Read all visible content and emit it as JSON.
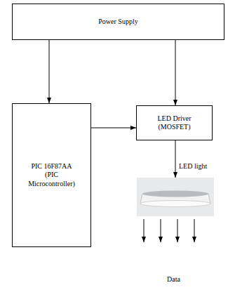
{
  "diagram": {
    "nodes": [
      {
        "text": [
          "Power Supply"
        ]
      },
      {
        "text": [
          "PIC 16F87AA",
          "(PIC Microcontroller)"
        ]
      },
      {
        "text": [
          "LED Driver",
          "(MOSFET)"
        ]
      },
      {
        "text": [
          "LED light"
        ]
      }
    ],
    "edges": [
      {
        "from": 0,
        "to": 1,
        "arrow": "to"
      },
      {
        "from": 0,
        "to": 2,
        "arrow": "to"
      },
      {
        "from": 1,
        "to": 2,
        "arrow": "to"
      },
      {
        "from": 2,
        "to": 3,
        "arrow": "to"
      }
    ],
    "labels": [
      "Data"
    ]
  }
}
